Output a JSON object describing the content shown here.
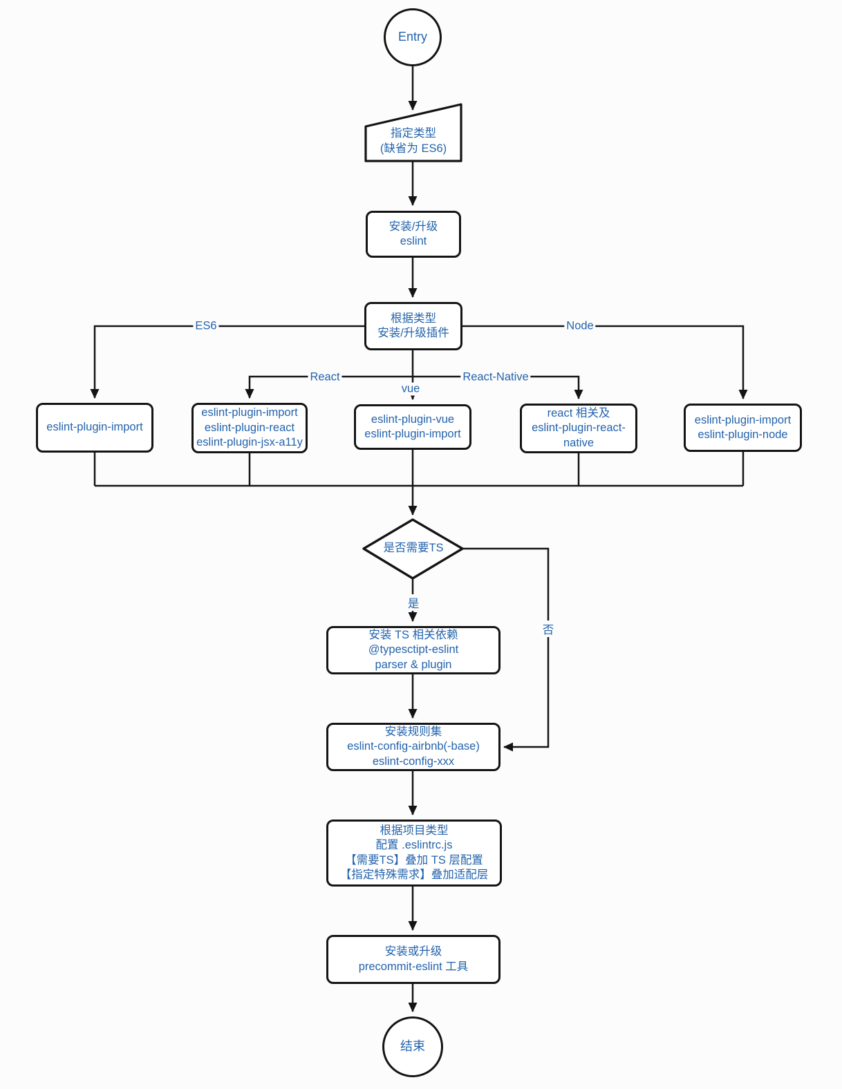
{
  "diagram": {
    "accent_text_color": "#2363ad",
    "line_color": "#141414",
    "nodes": {
      "entry": {
        "label": "Entry"
      },
      "specify_type": {
        "lines": [
          "指定类型",
          "(缺省为 ES6)"
        ]
      },
      "install_eslint": {
        "lines": [
          "安装/升级",
          "eslint"
        ]
      },
      "install_plugins": {
        "lines": [
          "根据类型",
          "安装/升级插件"
        ]
      },
      "plugin_es6": {
        "lines": [
          "eslint-plugin-import"
        ]
      },
      "plugin_react": {
        "lines": [
          "eslint-plugin-import",
          "eslint-plugin-react",
          "eslint-plugin-jsx-a11y"
        ]
      },
      "plugin_vue": {
        "lines": [
          "eslint-plugin-vue",
          "eslint-plugin-import"
        ]
      },
      "plugin_react_native": {
        "lines": [
          "react 相关及",
          "eslint-plugin-react-",
          "native"
        ]
      },
      "plugin_node": {
        "lines": [
          "eslint-plugin-import",
          "eslint-plugin-node"
        ]
      },
      "need_ts": {
        "label": "是否需要TS"
      },
      "ts_deps": {
        "lines": [
          "安装 TS 相关依赖",
          "@typesctipt-eslint",
          "parser & plugin"
        ]
      },
      "ruleset": {
        "lines": [
          "安装规则集",
          "eslint-config-airbnb(-base)",
          "eslint-config-xxx"
        ]
      },
      "configure": {
        "lines": [
          "根据项目类型",
          "配置 .eslintrc.js",
          "【需要TS】叠加 TS 层配置",
          "【指定特殊需求】叠加适配层"
        ]
      },
      "precommit": {
        "lines": [
          "安装或升级",
          "precommit-eslint 工具"
        ]
      },
      "end": {
        "label": "结束"
      }
    },
    "edge_labels": {
      "es6": "ES6",
      "react": "React",
      "vue": "vue",
      "react_native": "React-Native",
      "node": "Node",
      "yes": "是",
      "no": "否"
    }
  }
}
